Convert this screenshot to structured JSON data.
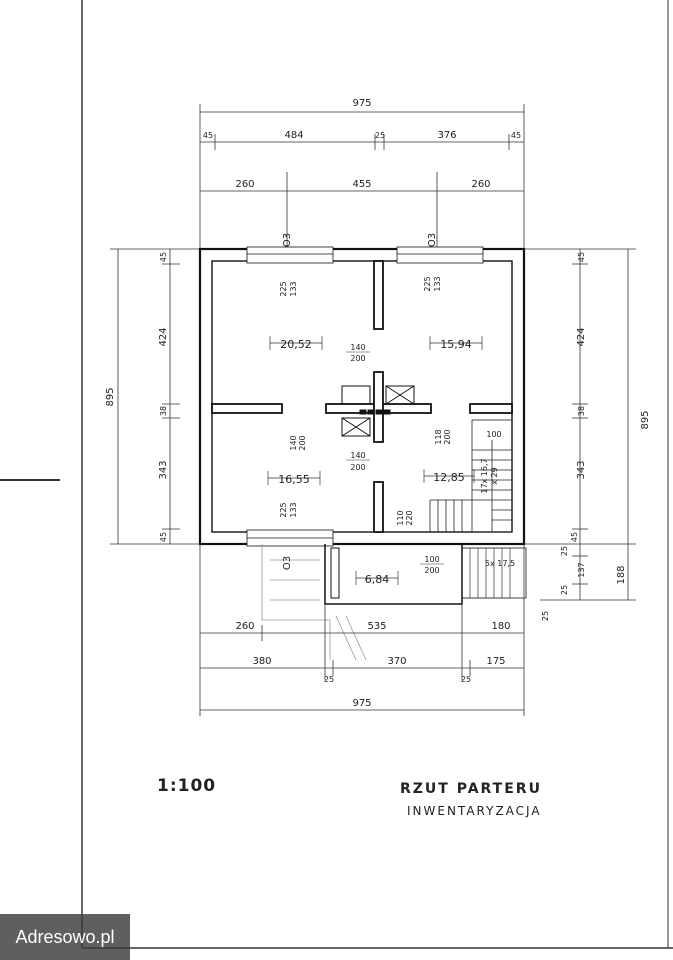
{
  "drawing": {
    "scale": "1:100",
    "title": "RZUT PARTERU",
    "subtitle": "INWENTARYZACJA",
    "top_dims": {
      "overall": "975",
      "row2": [
        "45",
        "484",
        "25",
        "376",
        "45"
      ],
      "row3": [
        "260",
        "455",
        "260"
      ]
    },
    "bottom_dims": {
      "row1": [
        "260",
        "535",
        "180"
      ],
      "row2": [
        "380",
        "370",
        "175"
      ],
      "row3": [
        "25",
        "25"
      ],
      "overall": "975"
    },
    "left_dims": {
      "overall": "895",
      "parts": [
        "45",
        "424",
        "38",
        "343",
        "45"
      ]
    },
    "right_dims": {
      "overall": "895",
      "parts": [
        "45",
        "424",
        "38",
        "343",
        "45",
        "25",
        "137",
        "25"
      ],
      "extra": "188"
    },
    "window_marks": [
      "O3",
      "O3",
      "O3"
    ],
    "openings": [
      {
        "top": "225",
        "bottom": "133"
      },
      {
        "top": "225",
        "bottom": "133"
      },
      {
        "top": "225",
        "bottom": "133"
      }
    ],
    "doors": [
      {
        "top": "140",
        "bottom": "200"
      },
      {
        "top": "140",
        "bottom": "200"
      },
      {
        "top": "140",
        "bottom": "200"
      },
      {
        "top": "118",
        "bottom": "200"
      },
      {
        "top": "110",
        "bottom": "220"
      },
      {
        "top": "100",
        "bottom": "200"
      }
    ],
    "rooms": [
      "20,52",
      "15,94",
      "16,55",
      "12,85",
      "6,84"
    ],
    "stair_labels": [
      "100",
      "17x 16,7",
      "x 29",
      "5x 17,5"
    ]
  },
  "watermark": "Adresowo.pl"
}
